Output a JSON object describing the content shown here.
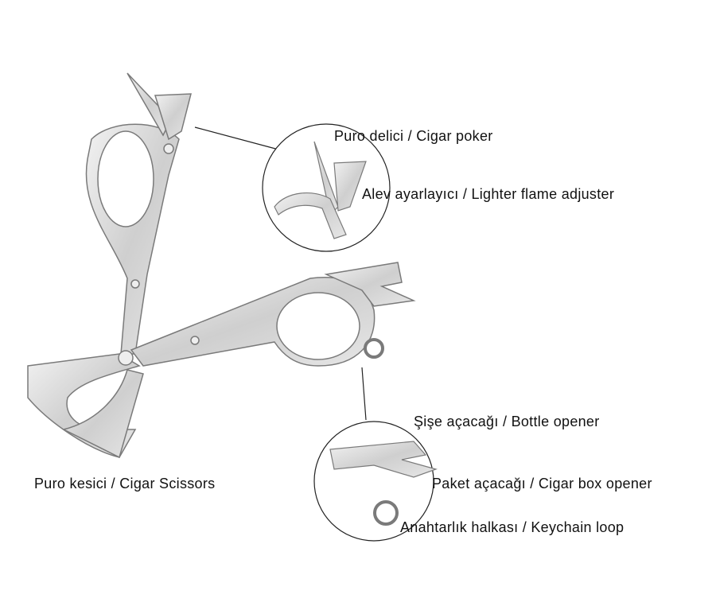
{
  "labels": {
    "cigar_poker": "Puro delici / Cigar poker",
    "flame_adjuster": "Alev ayarlayıcı / Lighter flame adjuster",
    "bottle_opener": "Şişe açacağı / Bottle opener",
    "box_opener": "Paket açacağı / Cigar box opener",
    "keychain_loop": "Anahtarlık halkası / Keychain loop",
    "cigar_scissors": "Puro kesici / Cigar Scissors"
  },
  "colors": {
    "metal": "#d9d9d9",
    "edge": "#7a7a7a",
    "text": "#111111"
  }
}
